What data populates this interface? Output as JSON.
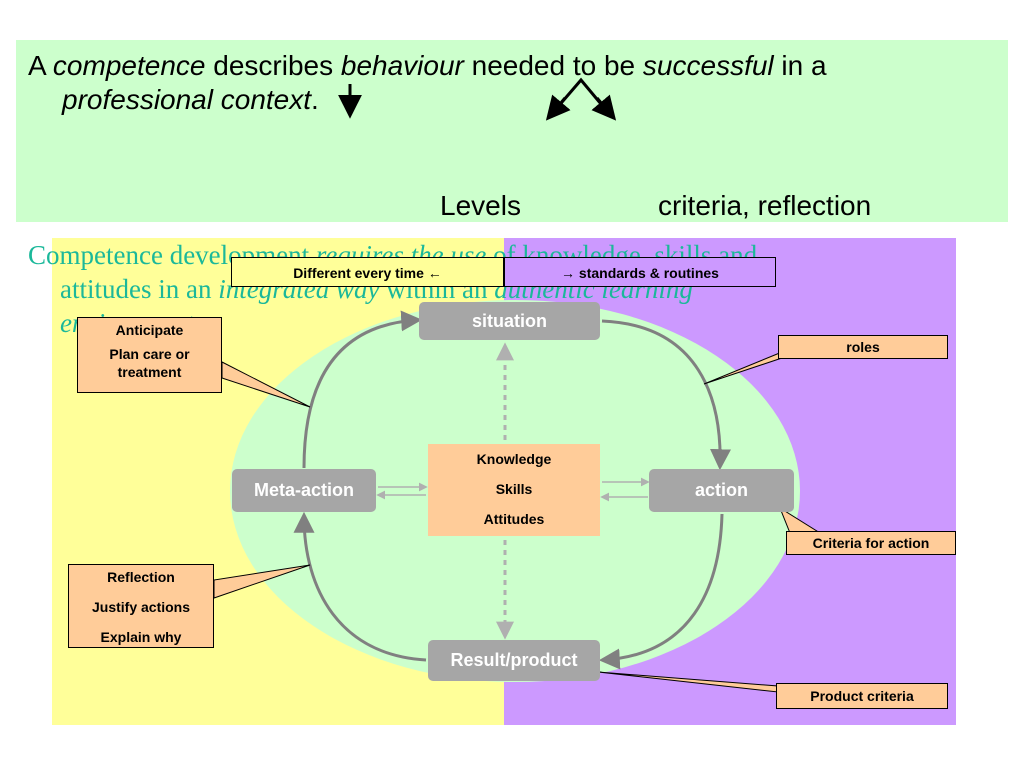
{
  "definition": {
    "w1": "A",
    "w2": "competence",
    "w3": "describes",
    "w4": "behaviour",
    "w5": "needed to be",
    "w6": "successful",
    "w7": "in a",
    "w8": "professional context",
    "w9": "."
  },
  "levels_label": "Levels",
  "criteria_label": "criteria, reflection",
  "development": {
    "part1": "Competence development ",
    "part2": "requires the use",
    "part3": " of knowledge, skills and",
    "part4": "attitudes in an ",
    "part5": "integrated way",
    "part6": " within an ",
    "part7": "authentic learning",
    "part8": "environment"
  },
  "top_boxes": {
    "left": "Different every time ←",
    "right": "→ standards & routines"
  },
  "nodes": {
    "situation": "situation",
    "action": "action",
    "result": "Result/product",
    "meta": "Meta-action"
  },
  "center": {
    "knowledge": "Knowledge",
    "skills": "Skills",
    "attitudes": "Attitudes"
  },
  "callouts": {
    "anticipate": [
      "Anticipate",
      "Plan care or",
      "treatment"
    ],
    "roles": "roles",
    "reflection": [
      "Reflection",
      "Justify actions",
      "Explain why"
    ],
    "criteria_action": "Criteria for action",
    "product_criteria": "Product criteria"
  },
  "colors": {
    "top_panel": "#ccffcc",
    "yellow": "#ffff99",
    "purple": "#cc99ff",
    "ellipse": "#ccffcc",
    "node": "#a6a6a6",
    "callout": "#ffcc99",
    "dev_text": "#1bb89a"
  }
}
